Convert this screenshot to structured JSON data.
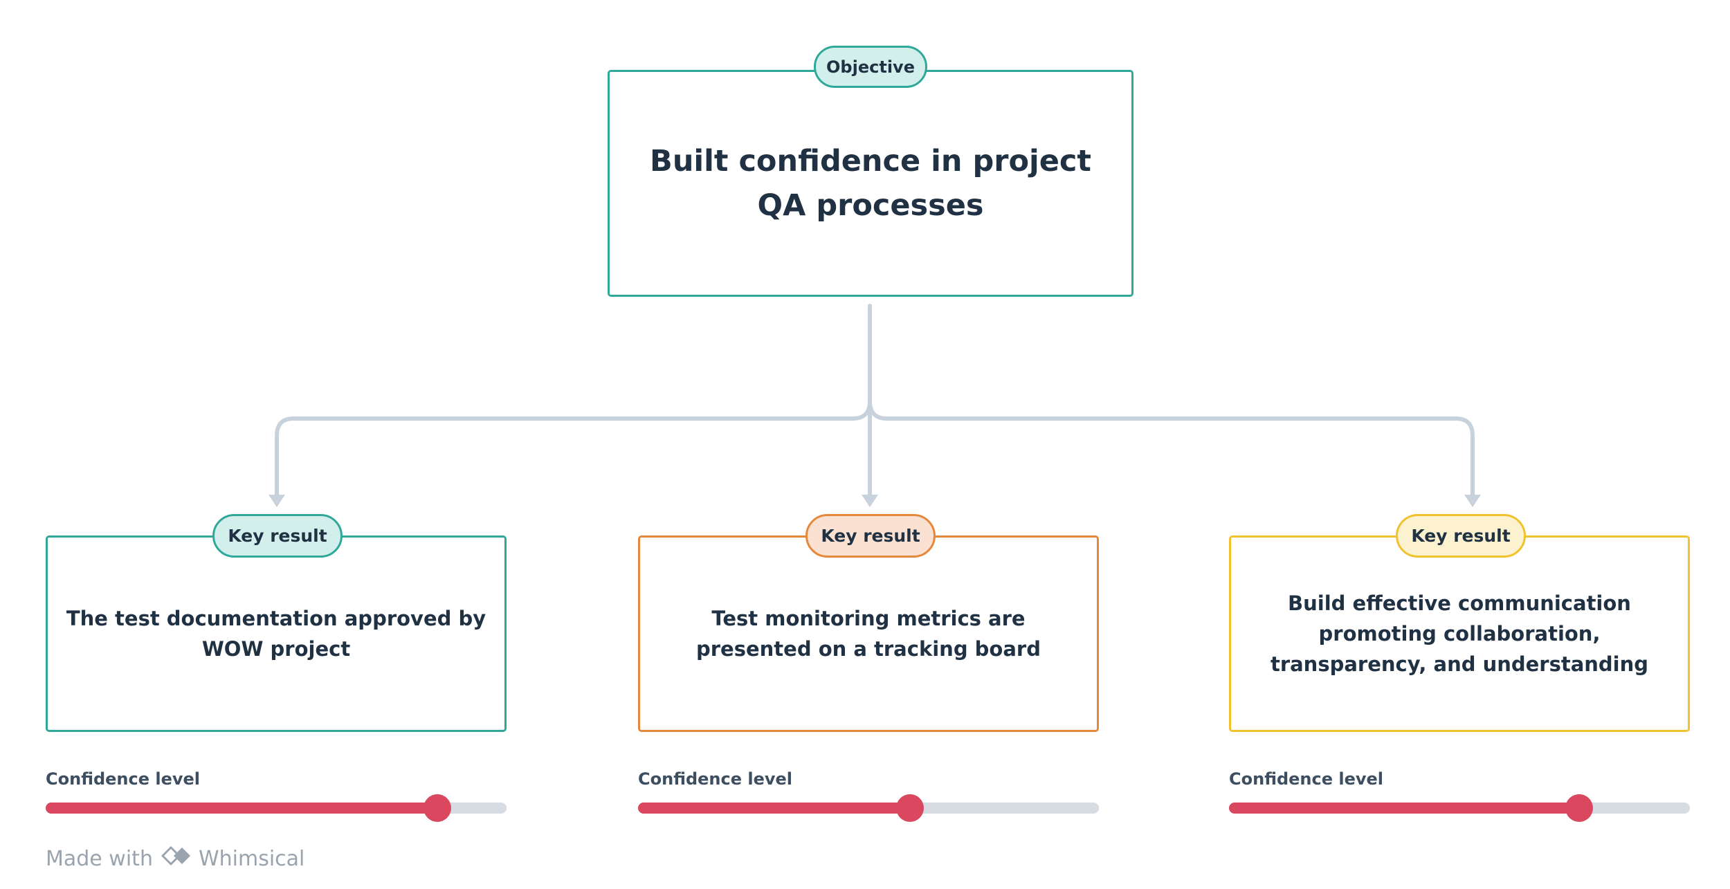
{
  "objective": {
    "badge": "Objective",
    "title": "Built confidence in project QA processes"
  },
  "key_results": [
    {
      "badge": "Key result",
      "text": "The test documentation approved by WOW project",
      "confidence_label": "Confidence level",
      "confidence": 0.85,
      "accent": "#2fa89a",
      "badge_bg": "#d3efec"
    },
    {
      "badge": "Key result",
      "text": "Test monitoring metrics are presented on a tracking board",
      "confidence_label": "Confidence level",
      "confidence": 0.59,
      "accent": "#e6883a",
      "badge_bg": "#fbe1d2"
    },
    {
      "badge": "Key result",
      "text": "Build effective communication promoting collaboration, transparency, and understanding",
      "confidence_label": "Confidence level",
      "confidence": 0.76,
      "accent": "#f2c12e",
      "badge_bg": "#fdf2cf"
    }
  ],
  "colors": {
    "objective_accent": "#2fa89a",
    "objective_badge_bg": "#d3efec",
    "connector": "#c8d2dc",
    "slider_fill": "#d9485e",
    "slider_track": "#d6dce2",
    "text": "#1f3142"
  },
  "footer": {
    "prefix": "Made with",
    "brand": "Whimsical",
    "logo_icon": "whimsical-logo-icon"
  }
}
